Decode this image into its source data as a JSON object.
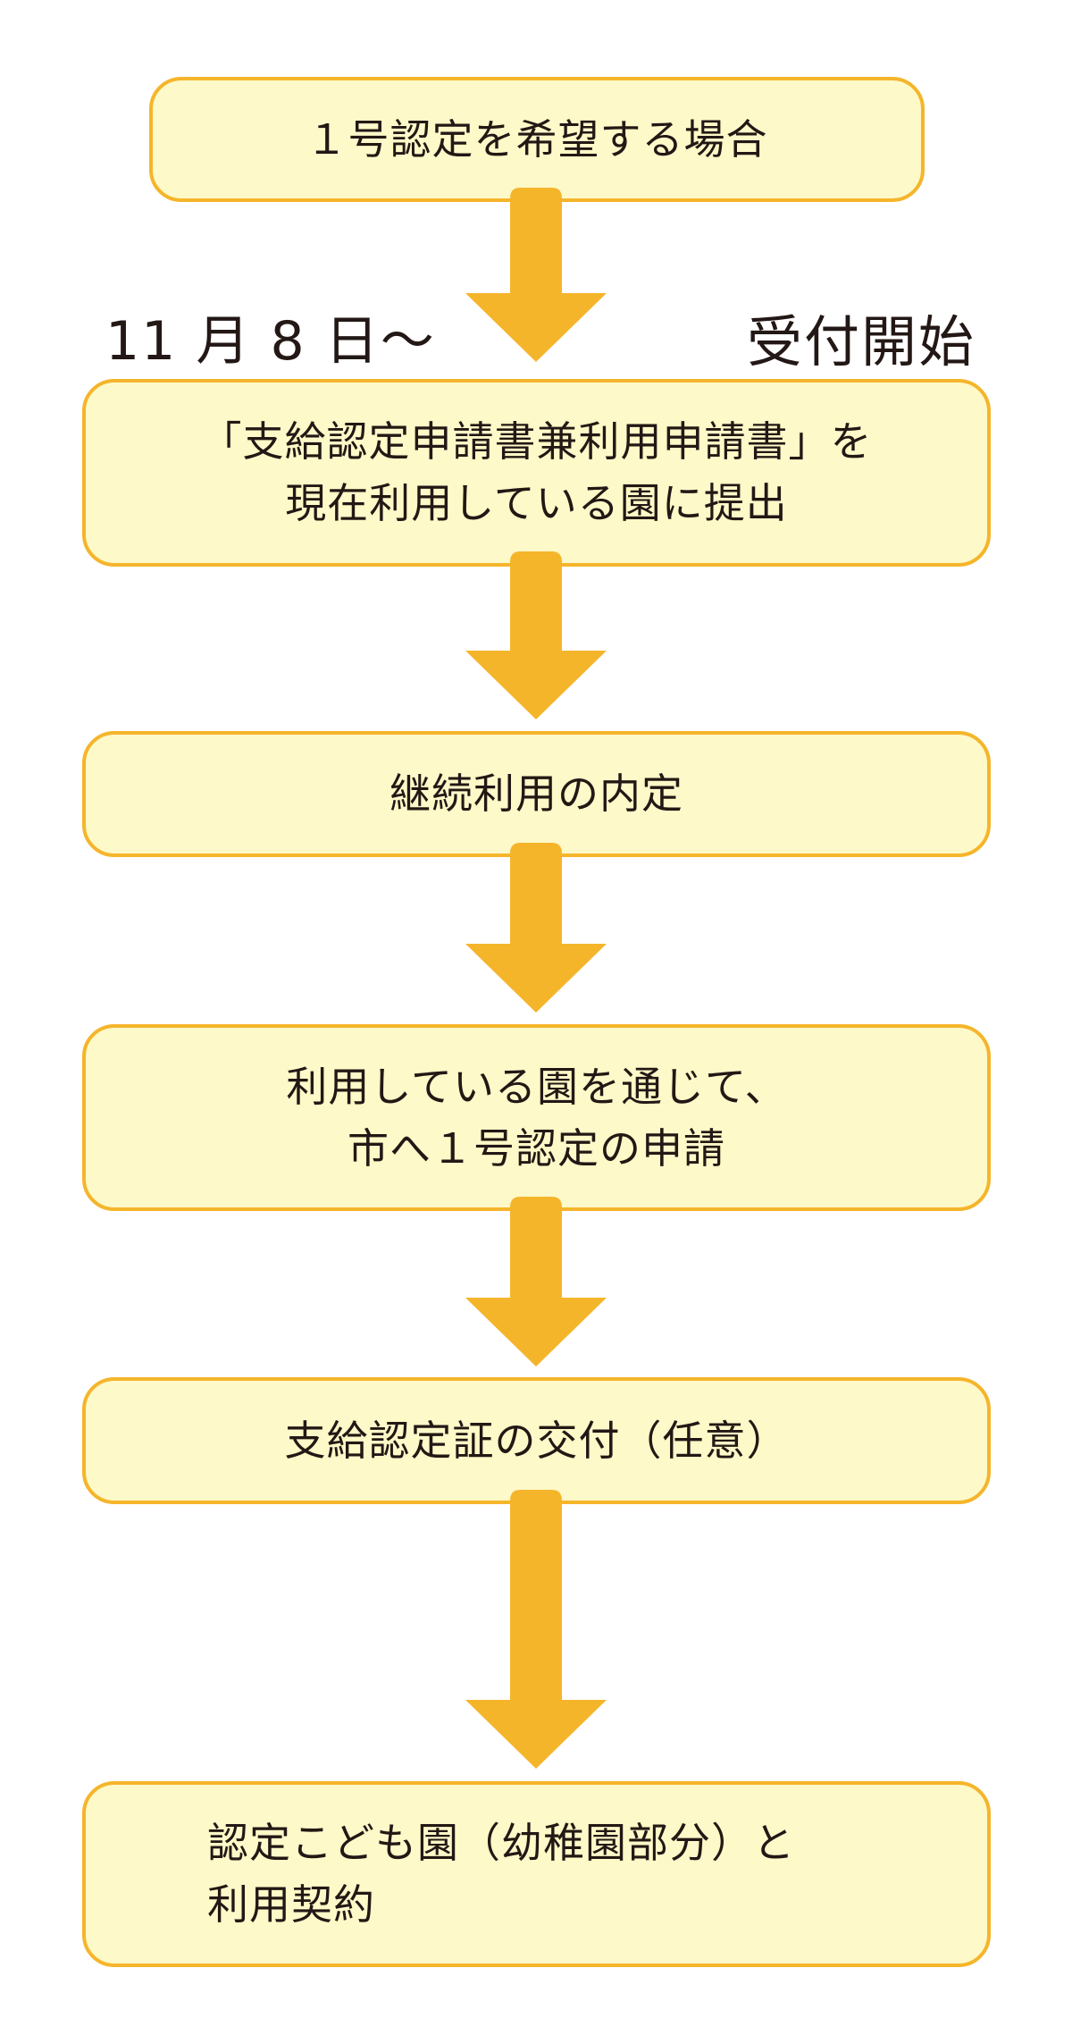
{
  "colors": {
    "box_fill": "#fef9c8",
    "box_border": "#f5b52b",
    "arrow": "#f5b52b",
    "text": "#231815"
  },
  "header": {
    "date_label": "11 月 8 日～",
    "start_label": "受付開始"
  },
  "steps": [
    {
      "lines": [
        "１号認定を希望する場合"
      ]
    },
    {
      "lines": [
        "「支給認定申請書兼利用申請書」を",
        "現在利用している園に提出"
      ]
    },
    {
      "lines": [
        "継続利用の内定"
      ]
    },
    {
      "lines": [
        "利用している園を通じて、",
        "市へ１号認定の申請"
      ]
    },
    {
      "lines": [
        "支給認定証の交付（任意）"
      ]
    },
    {
      "lines": [
        "認定こども園（幼稚園部分）と",
        "利用契約"
      ]
    }
  ]
}
